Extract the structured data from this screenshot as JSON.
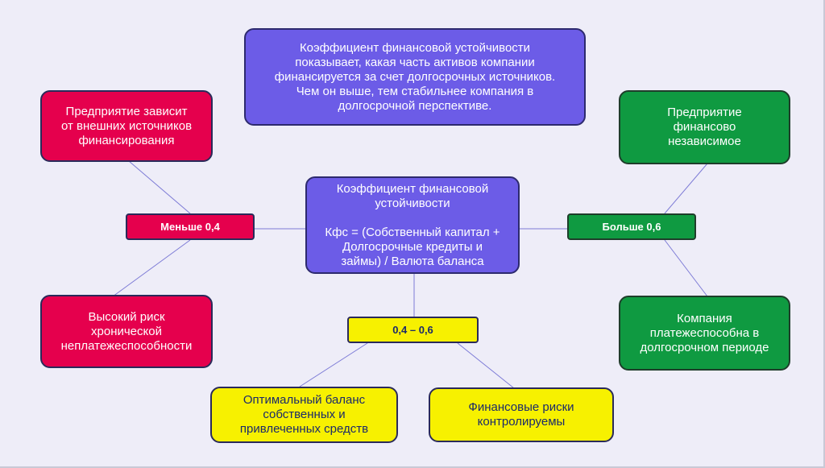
{
  "diagram": {
    "definition": "Коэффициент финансовой устойчивости\nпоказывает, какая часть активов компании\nфинансируется за счет долгосрочных источников.\nЧем он выше, тем стабильнее компания в\nдолгосрочной перспективе.",
    "center": "Коэффициент финансовой\nустойчивости\n\nКфс = (Собственный капитал +\nДолгосрочные кредиты и\nзаймы) / Валюта баланса",
    "low_label": "Меньше 0,4",
    "low_dependent": "Предприятие зависит\nот внешних источников\nфинансирования",
    "low_risk": "Высокий риск\nхронической\nнеплатежеспособности",
    "high_label": "Больше 0,6",
    "high_independent": "Предприятие\nфинансово\nнезависимое",
    "high_solvent": "Компания\nплатежеспособна в\nдолгосрочном периоде",
    "mid_label": "0,4 – 0,6",
    "mid_balance": "Оптимальный баланс\nсобственных и\nпривлеченных средств",
    "mid_risks": "Финансовые риски\nконтролируемы"
  },
  "colors": {
    "background": "#eeedf8",
    "violet": "#6c5ce7",
    "red": "#e5004d",
    "green": "#0f9a41",
    "yellow": "#f7f100",
    "connector": "#7d7bd6"
  }
}
